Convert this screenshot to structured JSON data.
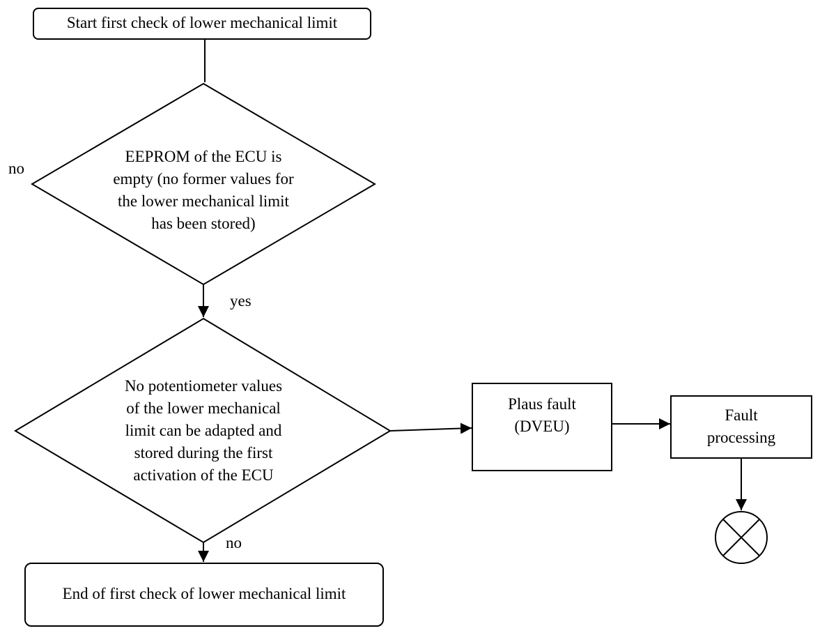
{
  "diagram": {
    "start_box": "Start first check of lower mechanical limit",
    "decision_1": {
      "lines": [
        "EEPROM of the ECU is",
        "empty (no former values for",
        "the lower mechanical limit",
        "has been stored)"
      ],
      "no_label": "no",
      "yes_label": "yes"
    },
    "decision_2": {
      "lines": [
        "No potentiometer values",
        "of the lower mechanical",
        "limit can be adapted and",
        "stored during the first",
        "activation of the ECU"
      ],
      "no_label": "no"
    },
    "plaus_fault": {
      "lines": [
        "Plaus fault",
        "(DVEU)"
      ]
    },
    "fault_processing": {
      "lines": [
        "Fault",
        "processing"
      ]
    },
    "end_box": "End of first check of lower mechanical limit"
  },
  "icons": {
    "terminator": "circle-x-icon"
  }
}
